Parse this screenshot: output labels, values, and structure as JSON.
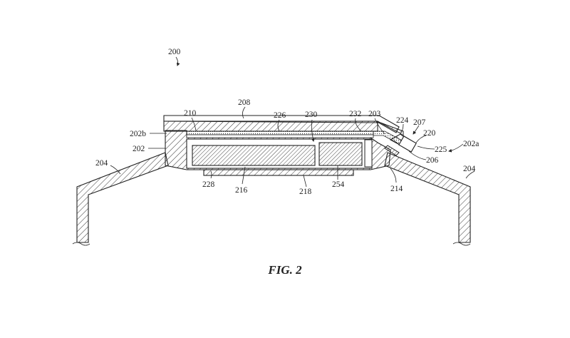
{
  "figure": {
    "caption": "FIG. 2",
    "labels": {
      "r200": "200",
      "r208": "208",
      "r210": "210",
      "r226": "226",
      "r230": "230",
      "r232": "232",
      "r203": "203",
      "r224": "224",
      "r207": "207",
      "r220": "220",
      "r202b": "202b",
      "r202": "202",
      "r202a": "202a",
      "r225": "225",
      "r206": "206",
      "r204_left": "204",
      "r204_right": "204",
      "r228": "228",
      "r216": "216",
      "r218": "218",
      "r254": "254",
      "r214": "214"
    }
  }
}
